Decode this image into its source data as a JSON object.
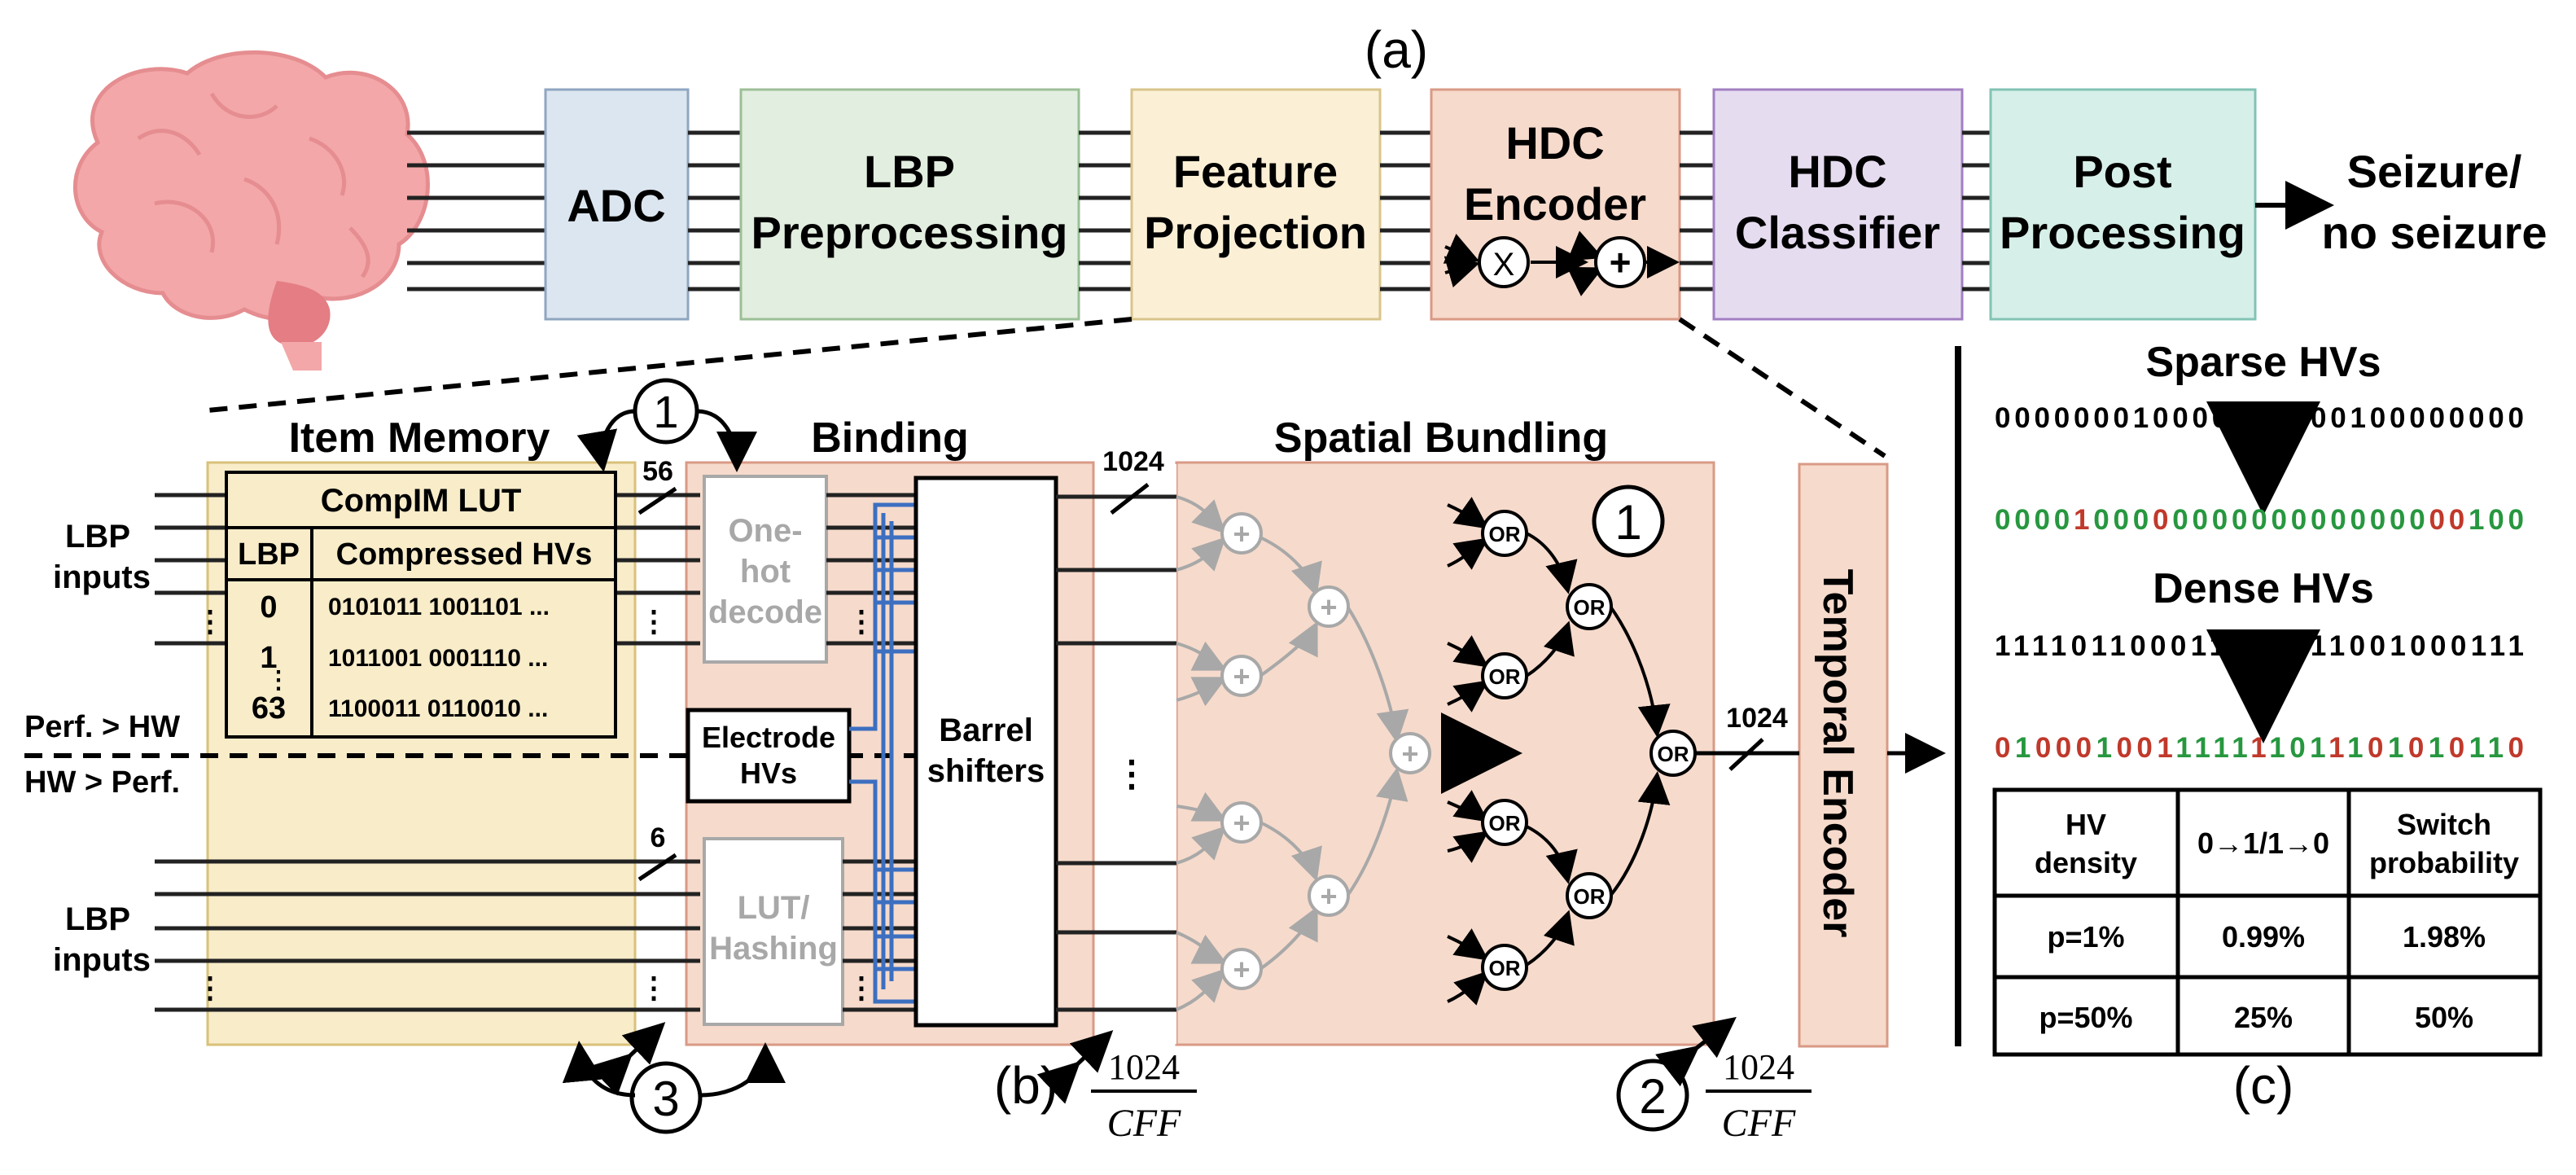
{
  "panel_labels": {
    "a": "(a)",
    "b": "(b)",
    "c": "(c)"
  },
  "pipeline": {
    "adc": "ADC",
    "lbp": [
      "LBP",
      "Preprocessing"
    ],
    "feature": [
      "Feature",
      "Projection"
    ],
    "hdc_encoder": [
      "HDC",
      "Encoder"
    ],
    "bind_op": "X",
    "bundle_op": "+",
    "hdc_classifier": [
      "HDC",
      "Classifier"
    ],
    "post": [
      "Post",
      "Processing"
    ],
    "output": [
      "Seizure/",
      "no seizure"
    ]
  },
  "colors": {
    "adc": "#dce6f0",
    "lbp": "#e2eedf",
    "feature": "#fbf0d6",
    "encoder": "#f6dacb",
    "classifier": "#e6dcf0",
    "post": "#d6efe9",
    "item_memory_bg": "#f8ecc9",
    "encoder_bg": "#f6dacb",
    "wire_blue": "#3c6fc0",
    "grey": "#a8a8a8",
    "red": "#c0392b",
    "green": "#27973f"
  },
  "item_memory": {
    "title": "Item Memory",
    "lut_title": "CompIM LUT",
    "col_lbp": "LBP",
    "col_hv": "Compressed HVs",
    "rows": [
      {
        "lbp": "0",
        "hv": "0101011 1001101 ..."
      },
      {
        "lbp": "1",
        "hv": "1011001 0001110 ..."
      },
      {
        "lbp": "63",
        "hv": "1100011 0110010 ..."
      }
    ],
    "perf_hw": "Perf. > HW",
    "hw_perf": "HW > Perf.",
    "lbp_inputs": [
      "LBP",
      "inputs"
    ],
    "bus_56": "56",
    "bus_6": "6"
  },
  "binding": {
    "title": "Binding",
    "one_hot": [
      "One-",
      "hot",
      "decode"
    ],
    "electrode": [
      "Electrode",
      "HVs"
    ],
    "lut_hash": [
      "LUT/",
      "Hashing"
    ],
    "barrel": [
      "Barrel",
      "shifters"
    ],
    "bus_1024": "1024"
  },
  "spatial": {
    "title": "Spatial Bundling",
    "or_label": "OR",
    "plus_label": "+",
    "bus_1024": "1024"
  },
  "temporal_encoder": "Temporal Encoder",
  "markers": {
    "one": "1",
    "two": "2",
    "three": "3"
  },
  "cff": {
    "num": "1024",
    "den": "CFF"
  },
  "sparse_dense": {
    "sparse_title": "Sparse HVs",
    "sparse_bits": "000000010000000000100000000",
    "sparse_compressed": "000010000000000000000000100",
    "sparse_red_idx": [
      4,
      8,
      22,
      23
    ],
    "dense_title": "Dense HVs",
    "dense_bits": "111101100011000011001000111",
    "dense_compressed": "010001001111111011101010110",
    "dense_red_idx": [
      0,
      2,
      3,
      4,
      6,
      7,
      8,
      13,
      17,
      19,
      21,
      23,
      26
    ]
  },
  "table": {
    "headers": [
      [
        "HV",
        "density"
      ],
      [
        "0→1/1→0"
      ],
      [
        "Switch",
        "probability"
      ]
    ],
    "rows": [
      [
        "p=1%",
        "0.99%",
        "1.98%"
      ],
      [
        "p=50%",
        "25%",
        "50%"
      ]
    ]
  }
}
